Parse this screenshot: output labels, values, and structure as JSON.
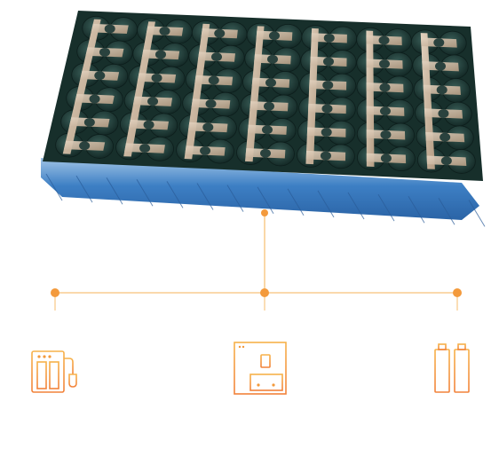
{
  "colors": {
    "accent": "#f39a3c",
    "accent_light": "#f7c27a",
    "cell_top": "#1e3b36",
    "nickel_strip": "#c8b29a",
    "pack_side": "#3a7fc8"
  },
  "hero": {
    "image": "battery-pack-photo",
    "groups": 7,
    "cells_per_column": 6
  },
  "branches": [
    {
      "icon": "power-bank-icon"
    },
    {
      "icon": "home-energy-storage-icon"
    },
    {
      "icon": "batteries-icon"
    }
  ]
}
